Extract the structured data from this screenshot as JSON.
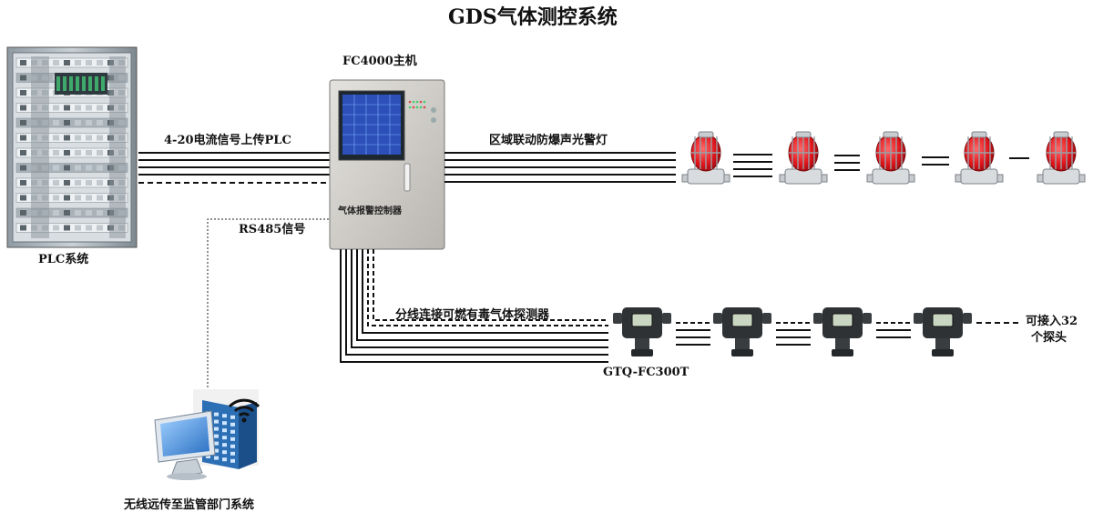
{
  "title": "GDS气体测控系统",
  "plc": {
    "label": "PLC系统"
  },
  "controller": {
    "model_label": "FC4000主机",
    "panel_text": "气体报警控制器"
  },
  "connections": {
    "to_plc": "4-20电流信号上传PLC",
    "rs485": "RS485信号",
    "alarm_lights": "区域联动防爆声光警灯",
    "detectors": "分线连接可燃有毒气体探测器"
  },
  "detector_model": "GTQ-FC300T",
  "expand_note": {
    "line1": "可接入32",
    "line2": "个探头"
  },
  "remote": {
    "label": "无线远传至监管部门系统"
  },
  "colors": {
    "cabinet": "#b9c3c9",
    "controller_body": "#d6d3ce",
    "screen": "#2c4fb8",
    "alarm_red": "#e0141a",
    "detector_body": "#2f3235",
    "computer_blue": "#3e8fd8"
  }
}
